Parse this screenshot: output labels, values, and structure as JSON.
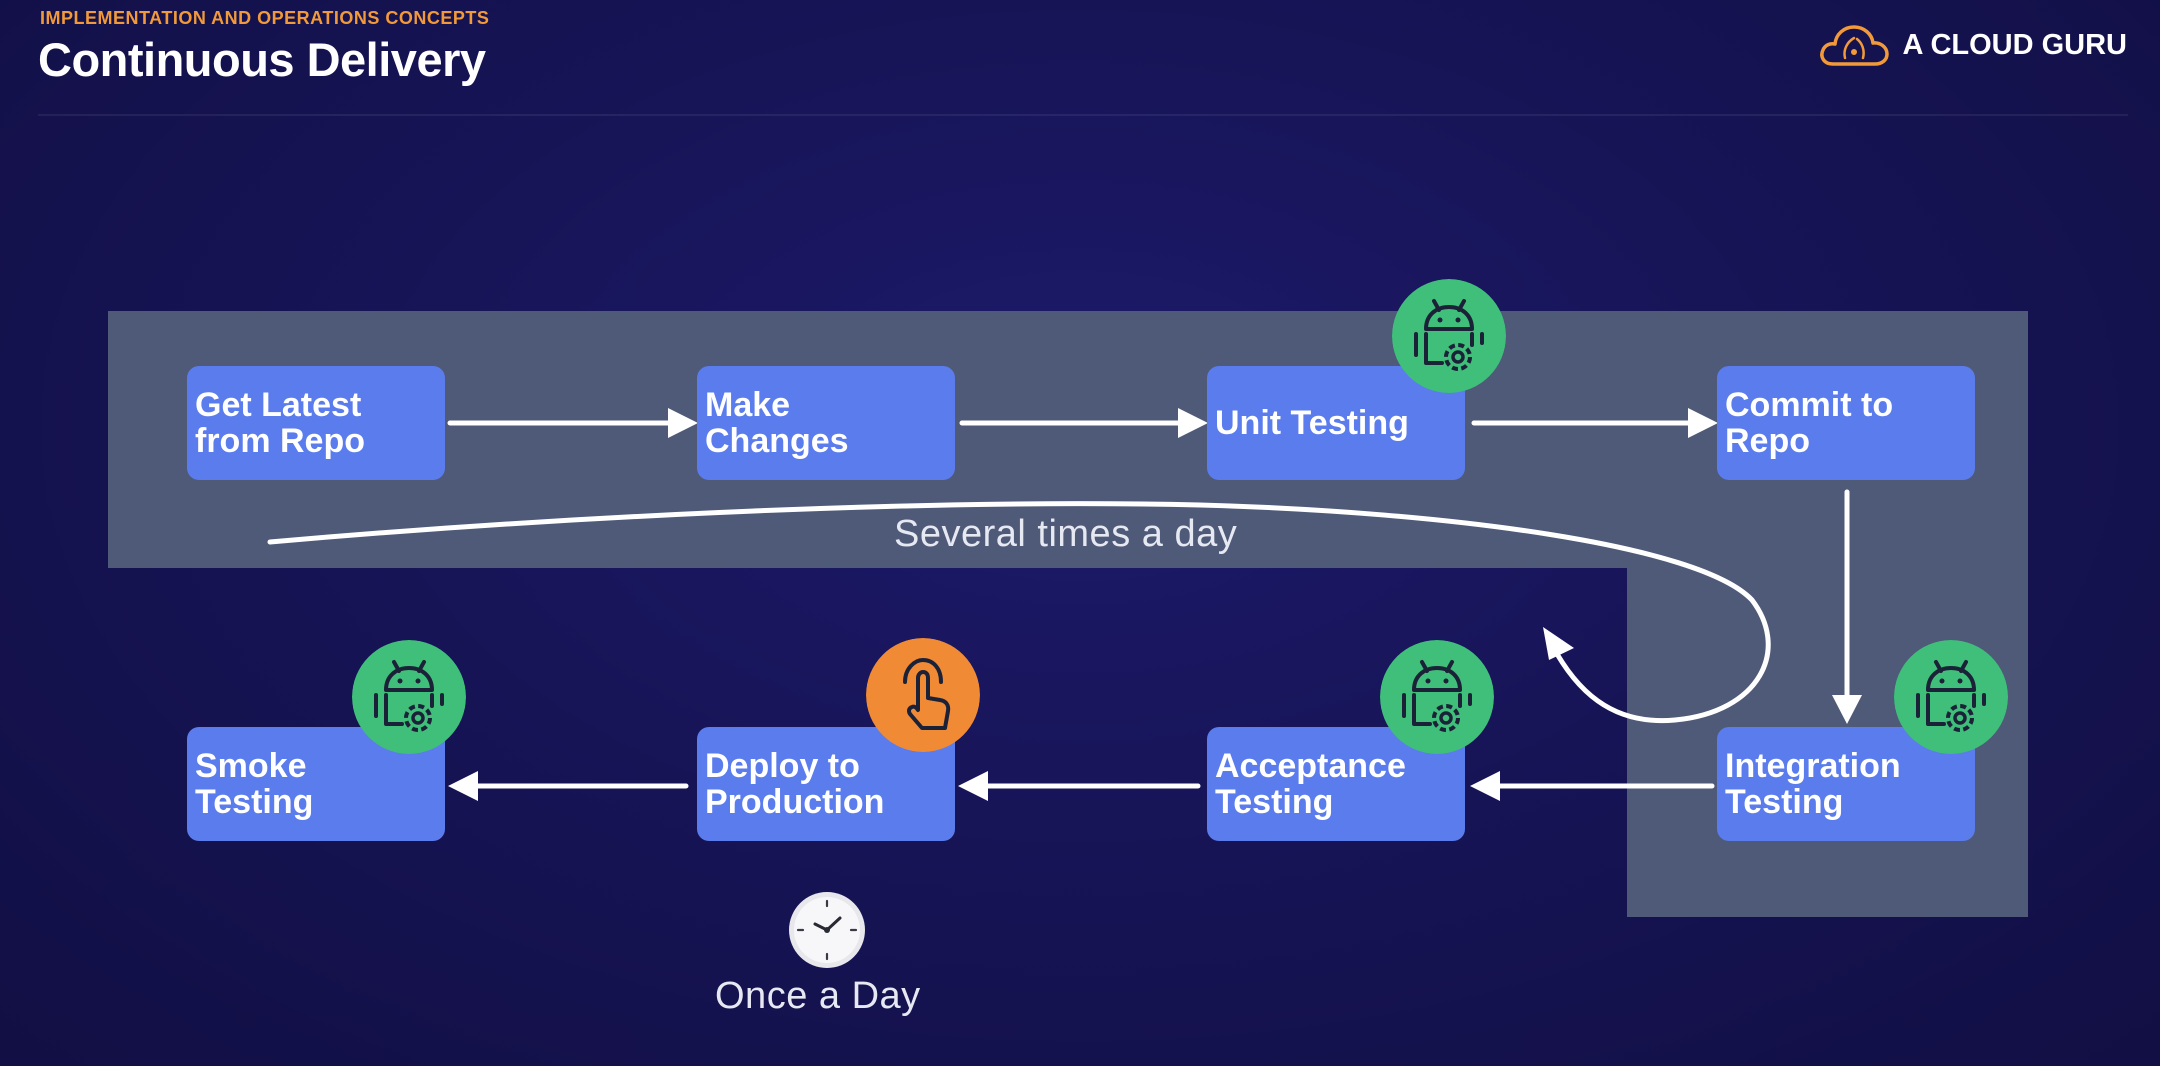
{
  "header": {
    "section_label": "IMPLEMENTATION AND OPERATIONS CONCEPTS",
    "title": "Continuous Delivery",
    "brand": "A CLOUD GURU"
  },
  "colors": {
    "background": "#171457",
    "step_box": "#5b7cec",
    "loop_panel": "#4e5a78",
    "automation_badge": "#3fbf7a",
    "manual_badge": "#f08a35",
    "accent_label": "#f29a3a"
  },
  "steps": [
    {
      "label": "Get Latest\nfrom Repo",
      "icon": "none"
    },
    {
      "label": "Make\nChanges",
      "icon": "none"
    },
    {
      "label": "Unit Testing",
      "icon": "android-gear-icon"
    },
    {
      "label": "Commit to\nRepo",
      "icon": "none"
    },
    {
      "label": "Integration\nTesting",
      "icon": "android-gear-icon"
    },
    {
      "label": "Acceptance\nTesting",
      "icon": "android-gear-icon"
    },
    {
      "label": "Deploy to\nProduction",
      "icon": "hand-tap-icon"
    },
    {
      "label": "Smoke\nTesting",
      "icon": "android-gear-icon"
    }
  ],
  "captions": {
    "loop": "Several times a day",
    "deploy": "Once a Day"
  },
  "icons": {
    "brand_logo": "cloud-logo-icon",
    "automation": "android-gear-icon",
    "manual": "hand-tap-icon",
    "schedule": "clock-icon"
  }
}
